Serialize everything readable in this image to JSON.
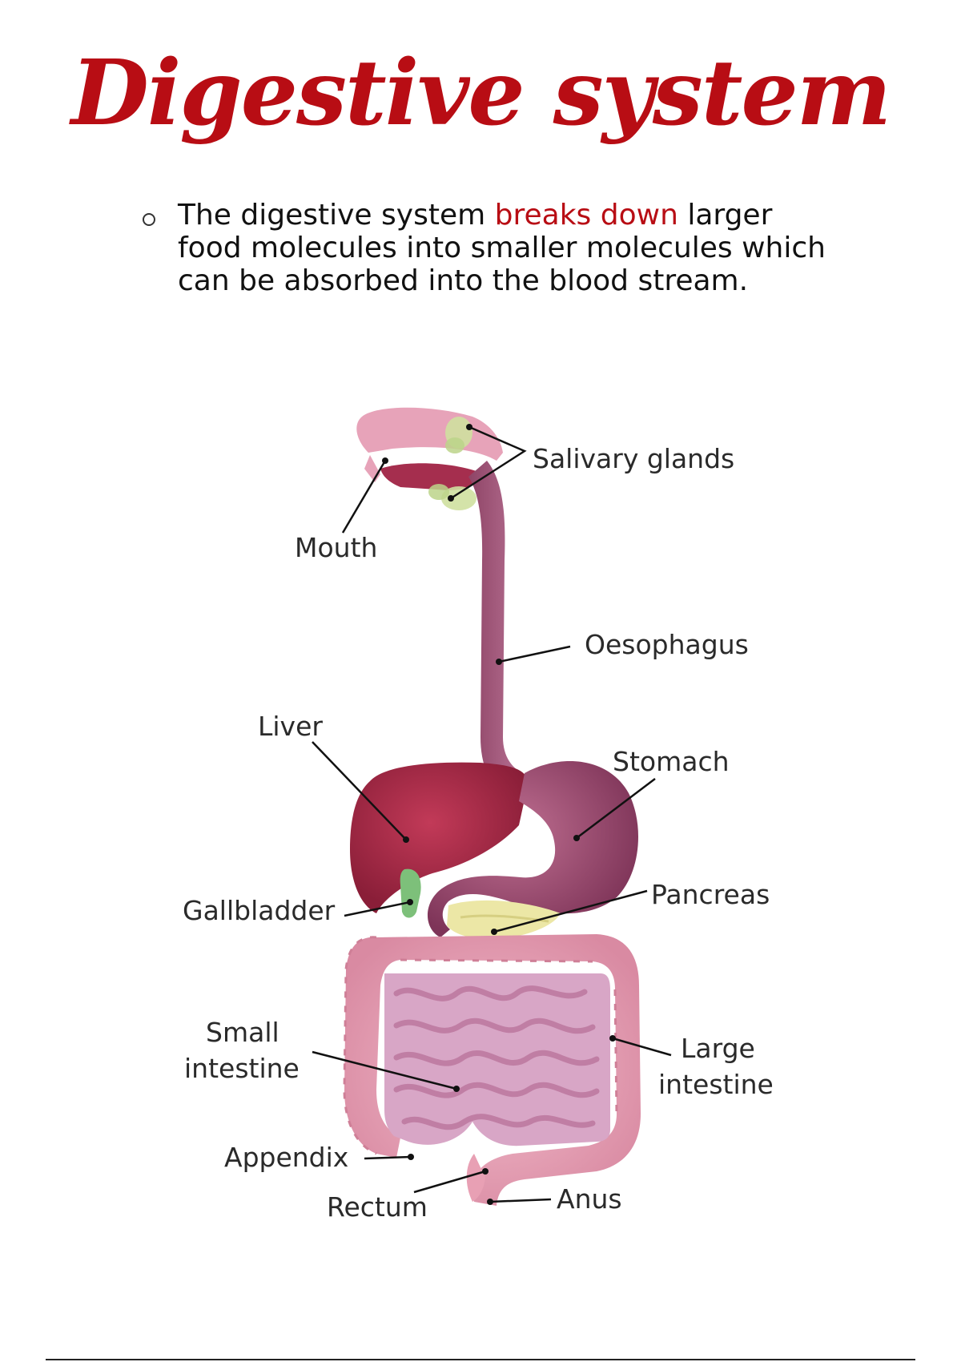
{
  "title": "Digestive system",
  "bullet": {
    "before": "The digestive system ",
    "highlight": "breaks down",
    "after": " larger food molecules into smaller molecules which can be absorbed into the blood stream.",
    "highlight_color": "#b80d14"
  },
  "labels": {
    "salivary_glands": "Salivary glands",
    "mouth": "Mouth",
    "oesophagus": "Oesophagus",
    "liver": "Liver",
    "stomach": "Stomach",
    "gallbladder": "Gallbladder",
    "pancreas": "Pancreas",
    "small_intestine_1": "Small",
    "small_intestine_2": "intestine",
    "large_intestine_1": "Large",
    "large_intestine_2": "intestine",
    "appendix": "Appendix",
    "rectum": "Rectum",
    "anus": "Anus"
  },
  "colors": {
    "title": "#b80d14",
    "liver": "#9e2440",
    "stomach": "#9a4468",
    "intestine": "#e8a0b4",
    "small_intestine": "#d8a6c6",
    "gallbladder": "#7dc07a",
    "pancreas": "#ece7a6",
    "salivary": "#cfe0a0"
  }
}
